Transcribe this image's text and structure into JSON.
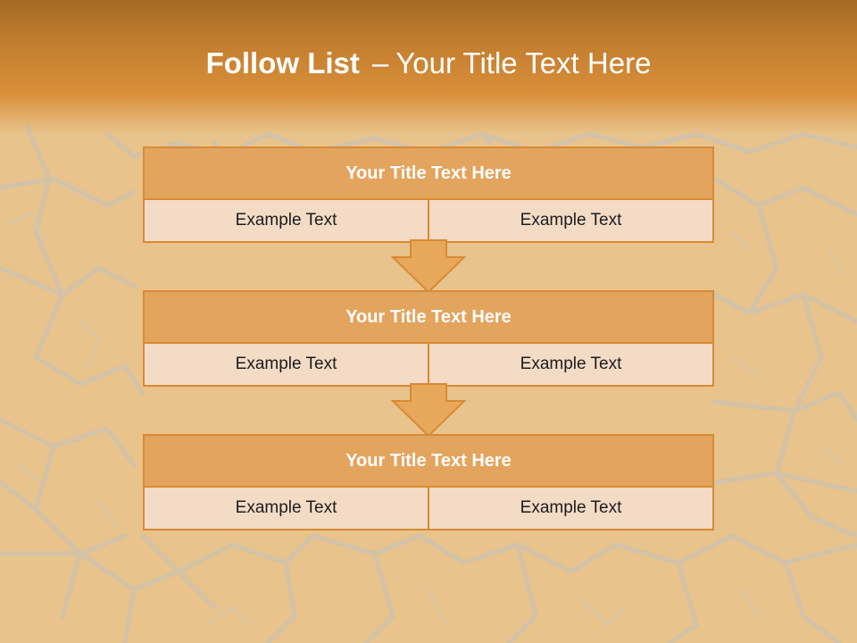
{
  "title": {
    "bold": "Follow List",
    "dash": "–",
    "rest": "Your Title Text Here"
  },
  "blocks": [
    {
      "heading": "Your Title Text Here",
      "cells": [
        "Example Text",
        "Example Text"
      ]
    },
    {
      "heading": "Your Title Text Here",
      "cells": [
        "Example Text",
        "Example Text"
      ]
    },
    {
      "heading": "Your Title Text Here",
      "cells": [
        "Example Text",
        "Example Text"
      ]
    }
  ],
  "colors": {
    "header_gradient": "#c47f30",
    "block_border": "#d98a34",
    "block_heading": "#e3a45e",
    "cell_fill": "#f3dbc6",
    "arrow_fill": "#e8a85c"
  }
}
